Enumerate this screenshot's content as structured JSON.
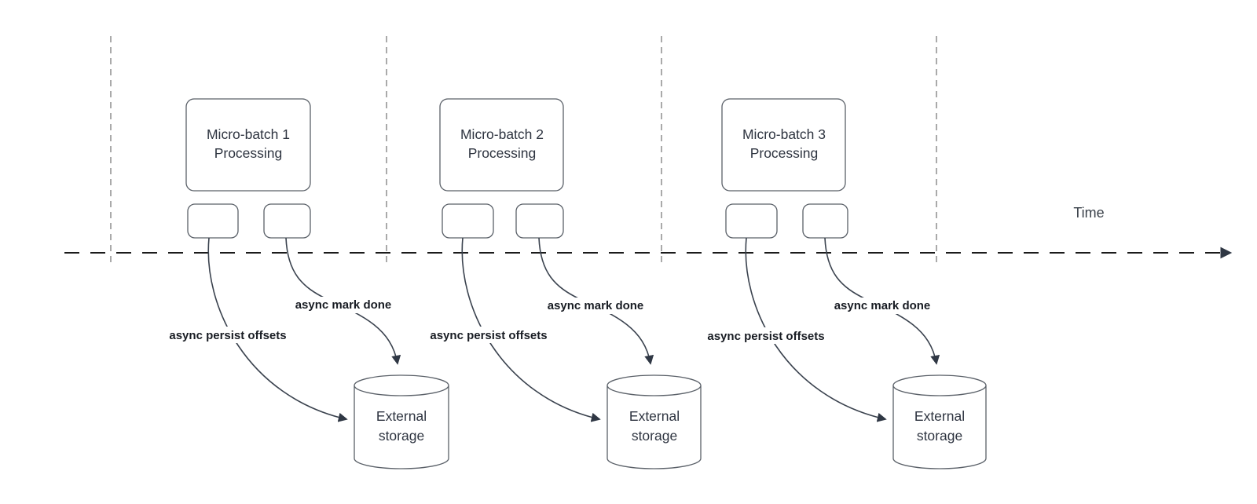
{
  "diagram": {
    "time_axis_label": "Time",
    "batches": [
      {
        "title_lines": [
          "Micro-batch 1",
          "Processing"
        ],
        "persist_arrow_label": "async persist offsets",
        "done_arrow_label": "async mark done",
        "storage_title_lines": [
          "External",
          "storage"
        ]
      },
      {
        "title_lines": [
          "Micro-batch 2",
          "Processing"
        ],
        "persist_arrow_label": "async persist offsets",
        "done_arrow_label": "async mark done",
        "storage_title_lines": [
          "External",
          "storage"
        ]
      },
      {
        "title_lines": [
          "Micro-batch 3",
          "Processing"
        ],
        "persist_arrow_label": "async persist offsets",
        "done_arrow_label": "async mark done",
        "storage_title_lines": [
          "External",
          "storage"
        ]
      }
    ],
    "colors": {
      "background": "#ffffff",
      "shape_stroke": "#5a6068",
      "arrow_stroke": "#3a424e",
      "node_text": "#2e3440",
      "edge_label_text": "#181c23",
      "timeline_stroke": "#1b1b1b",
      "lane_divider_stroke": "#aaaaaa"
    }
  }
}
